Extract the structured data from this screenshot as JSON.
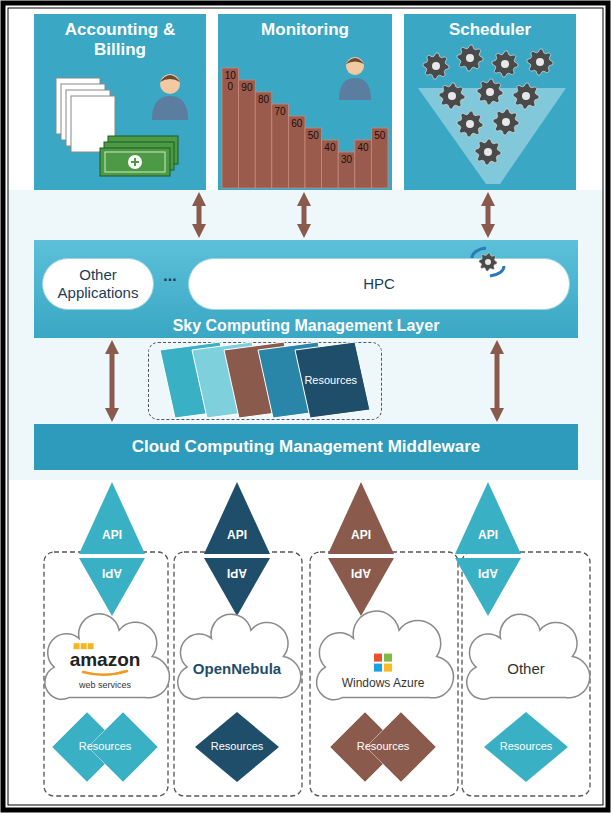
{
  "diagram": {
    "nodes": [
      {
        "text": [
          "Accounting & Billing"
        ]
      },
      {
        "text": [
          "Monitoring"
        ]
      },
      {
        "text": [
          "Scheduler"
        ]
      },
      {
        "text": [
          "Sky Computing Management Layer"
        ]
      },
      {
        "text": [
          "Other Applications"
        ],
        "in": 3
      },
      {
        "text": [
          "HPC"
        ],
        "in": 3
      },
      {
        "text": [
          "Resources"
        ]
      },
      {
        "text": [
          "Cloud Computing Management Middleware"
        ]
      },
      {
        "text": [
          "API"
        ]
      },
      {
        "text": [
          "API"
        ]
      },
      {
        "text": [
          "API"
        ]
      },
      {
        "text": [
          "API"
        ]
      },
      {
        "text": [
          "API"
        ]
      },
      {
        "text": [
          "API"
        ]
      },
      {
        "text": [
          "API"
        ]
      },
      {
        "text": [
          "API"
        ]
      },
      {
        "text": [
          "amazon",
          "web services"
        ]
      },
      {
        "text": [
          "OpenNebula"
        ]
      },
      {
        "text": [
          "Windows Azure"
        ]
      },
      {
        "text": [
          "Other"
        ]
      },
      {
        "text": [
          "Resources"
        ]
      },
      {
        "text": [
          "Resources"
        ]
      },
      {
        "text": [
          "Resources"
        ]
      },
      {
        "text": [
          "Resources"
        ]
      }
    ],
    "edges": [
      {
        "from": 0,
        "to": 3,
        "arrow": "both"
      },
      {
        "from": 1,
        "to": 3,
        "arrow": "both"
      },
      {
        "from": 2,
        "to": 3,
        "arrow": "both"
      },
      {
        "from": 3,
        "to": 7,
        "arrow": "both"
      },
      {
        "from": 3,
        "to": 7,
        "arrow": "both"
      }
    ],
    "labels": [
      "...",
      "10 0",
      "90",
      "80",
      "70",
      "60",
      "50",
      "40",
      "30",
      "40",
      "50"
    ]
  }
}
